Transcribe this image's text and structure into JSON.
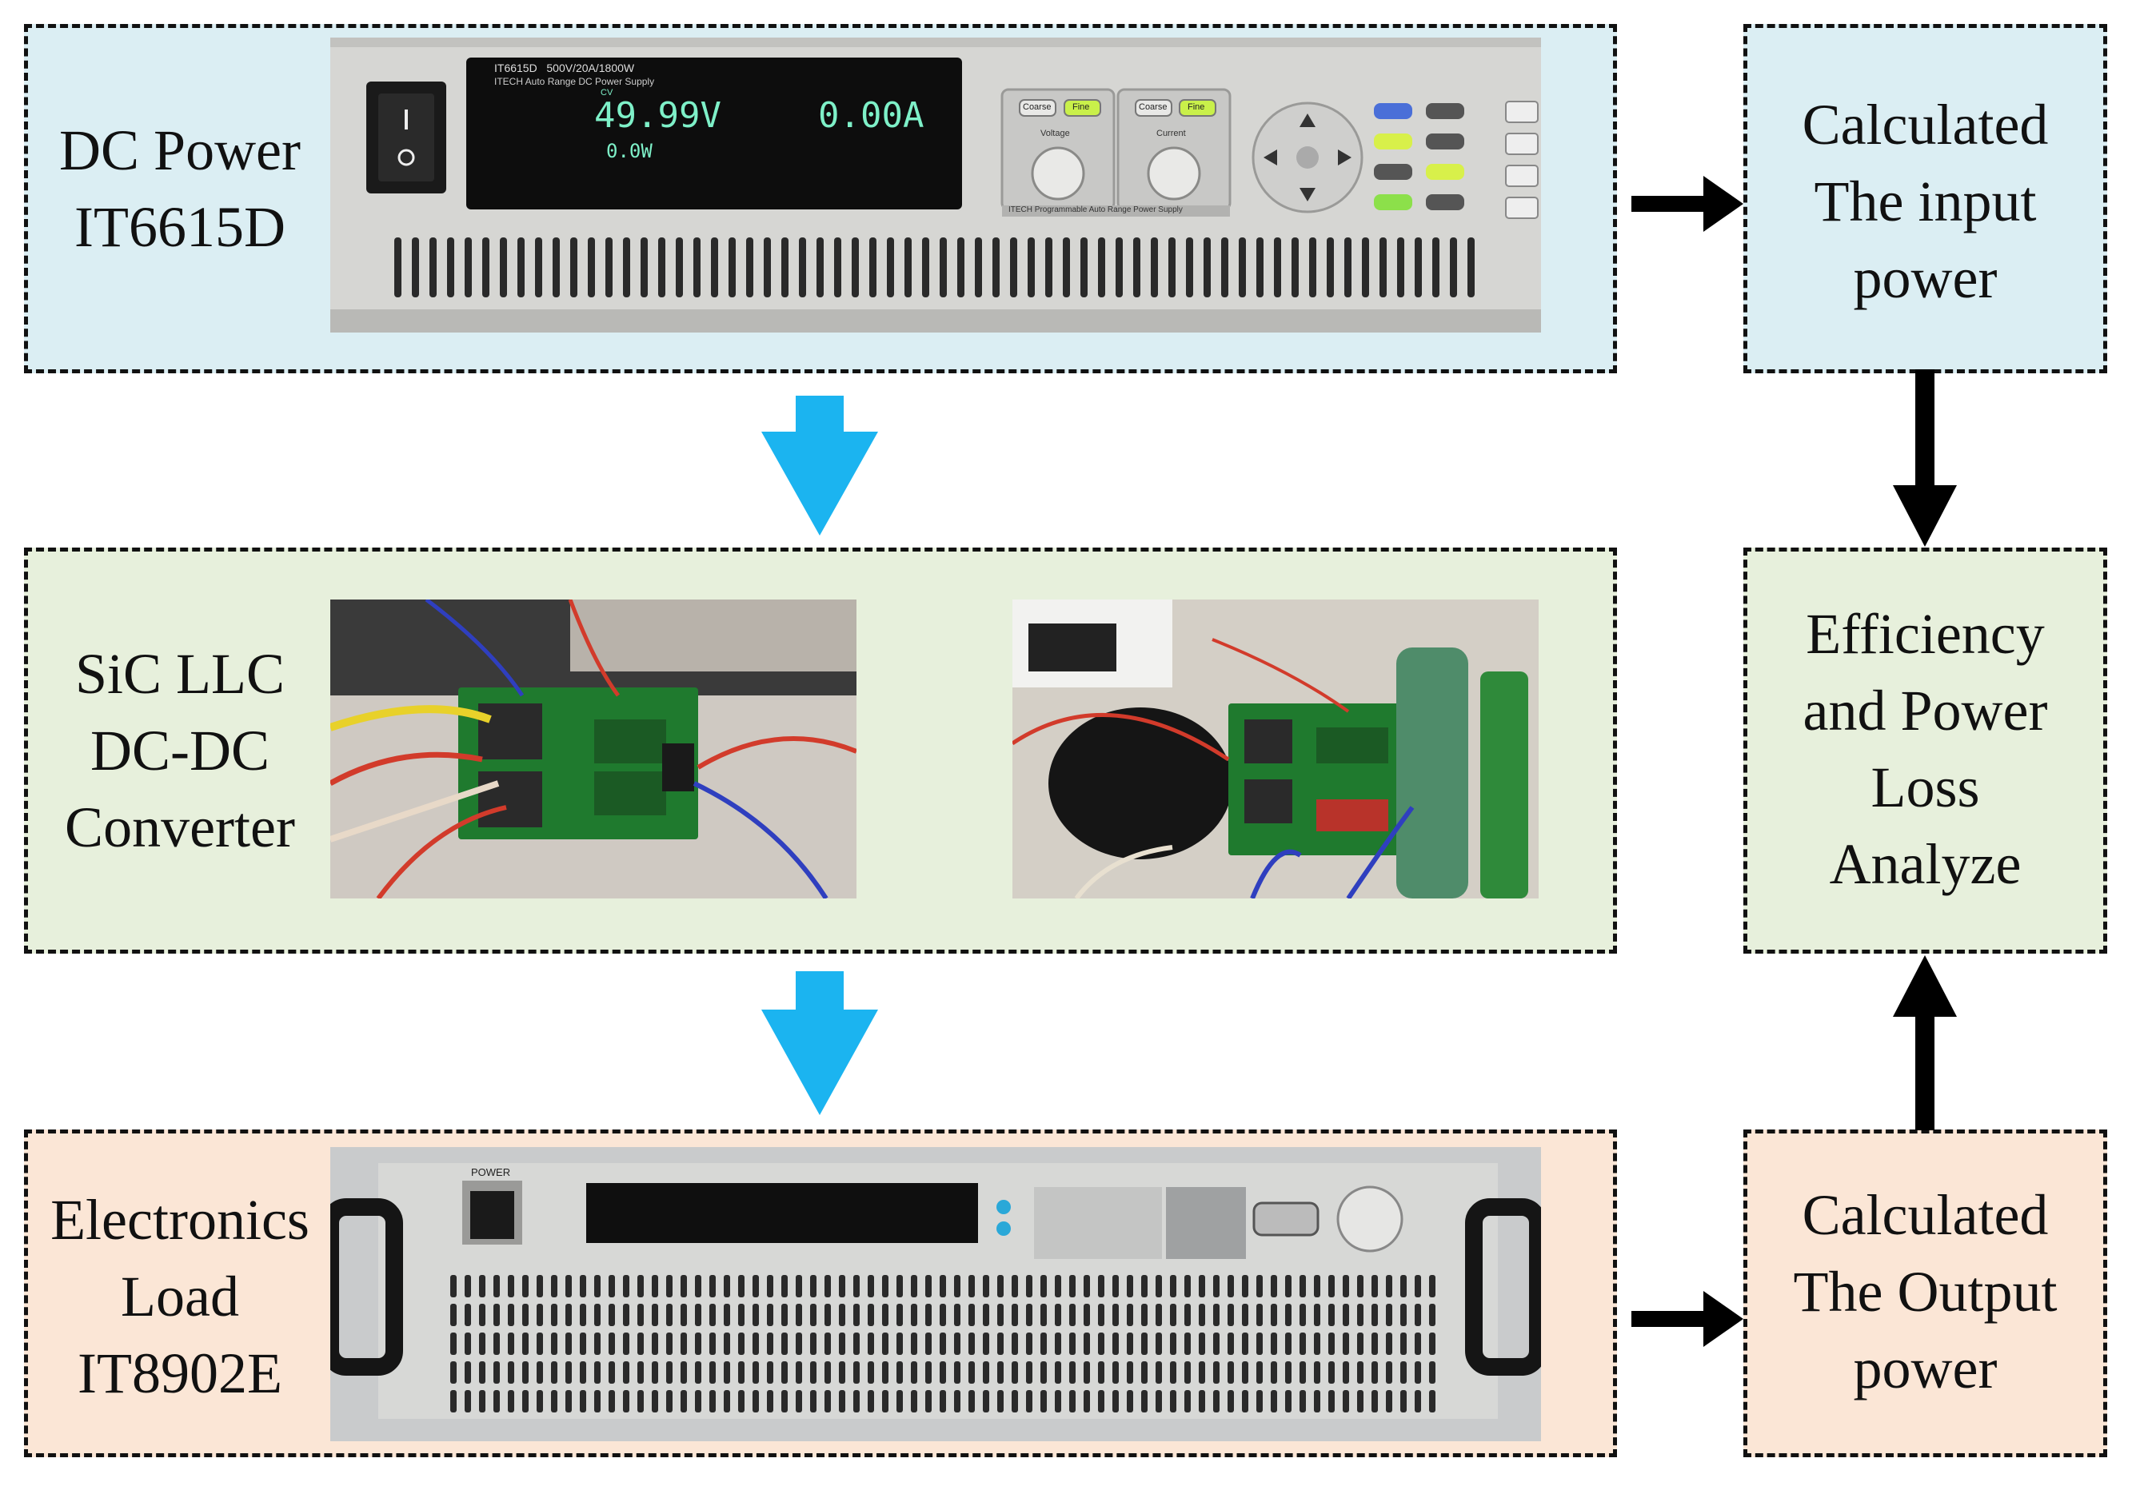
{
  "colors": {
    "row1_bg": "#dbeef3",
    "row2_bg": "#e7f0dc",
    "row3_bg": "#fbe6d6",
    "flow_arrow": "#1bb4f0",
    "dark_arrow": "#000000"
  },
  "row1": {
    "label_lines": [
      "DC Power",
      "IT6615D"
    ],
    "device": {
      "model": "IT6615D",
      "spec": "500V/20A/1800W",
      "desc": "ITECH Auto Range DC Power Supply",
      "cv_tag": "CV",
      "voltage": "49.99V",
      "current": "0.00A",
      "power": "0.0W",
      "coarse_1": "Coarse",
      "fine_1": "Fine",
      "knob_1": "Voltage",
      "coarse_2": "Coarse",
      "fine_2": "Fine",
      "knob_2": "Current",
      "footer": "ITECH Programmable Auto Range Power Supply"
    }
  },
  "row2": {
    "label_lines": [
      "SiC LLC",
      "DC-DC",
      "Converter"
    ]
  },
  "row3": {
    "label_lines": [
      "Electronics",
      "Load",
      "IT8902E"
    ],
    "device": {
      "power_tag": "POWER"
    }
  },
  "right": {
    "input_lines": [
      "Calculated",
      "The input",
      "power"
    ],
    "efficiency_lines": [
      "Efficiency",
      "and  Power",
      "Loss",
      "Analyze"
    ],
    "output_lines": [
      "Calculated",
      "The Output",
      "power"
    ]
  }
}
